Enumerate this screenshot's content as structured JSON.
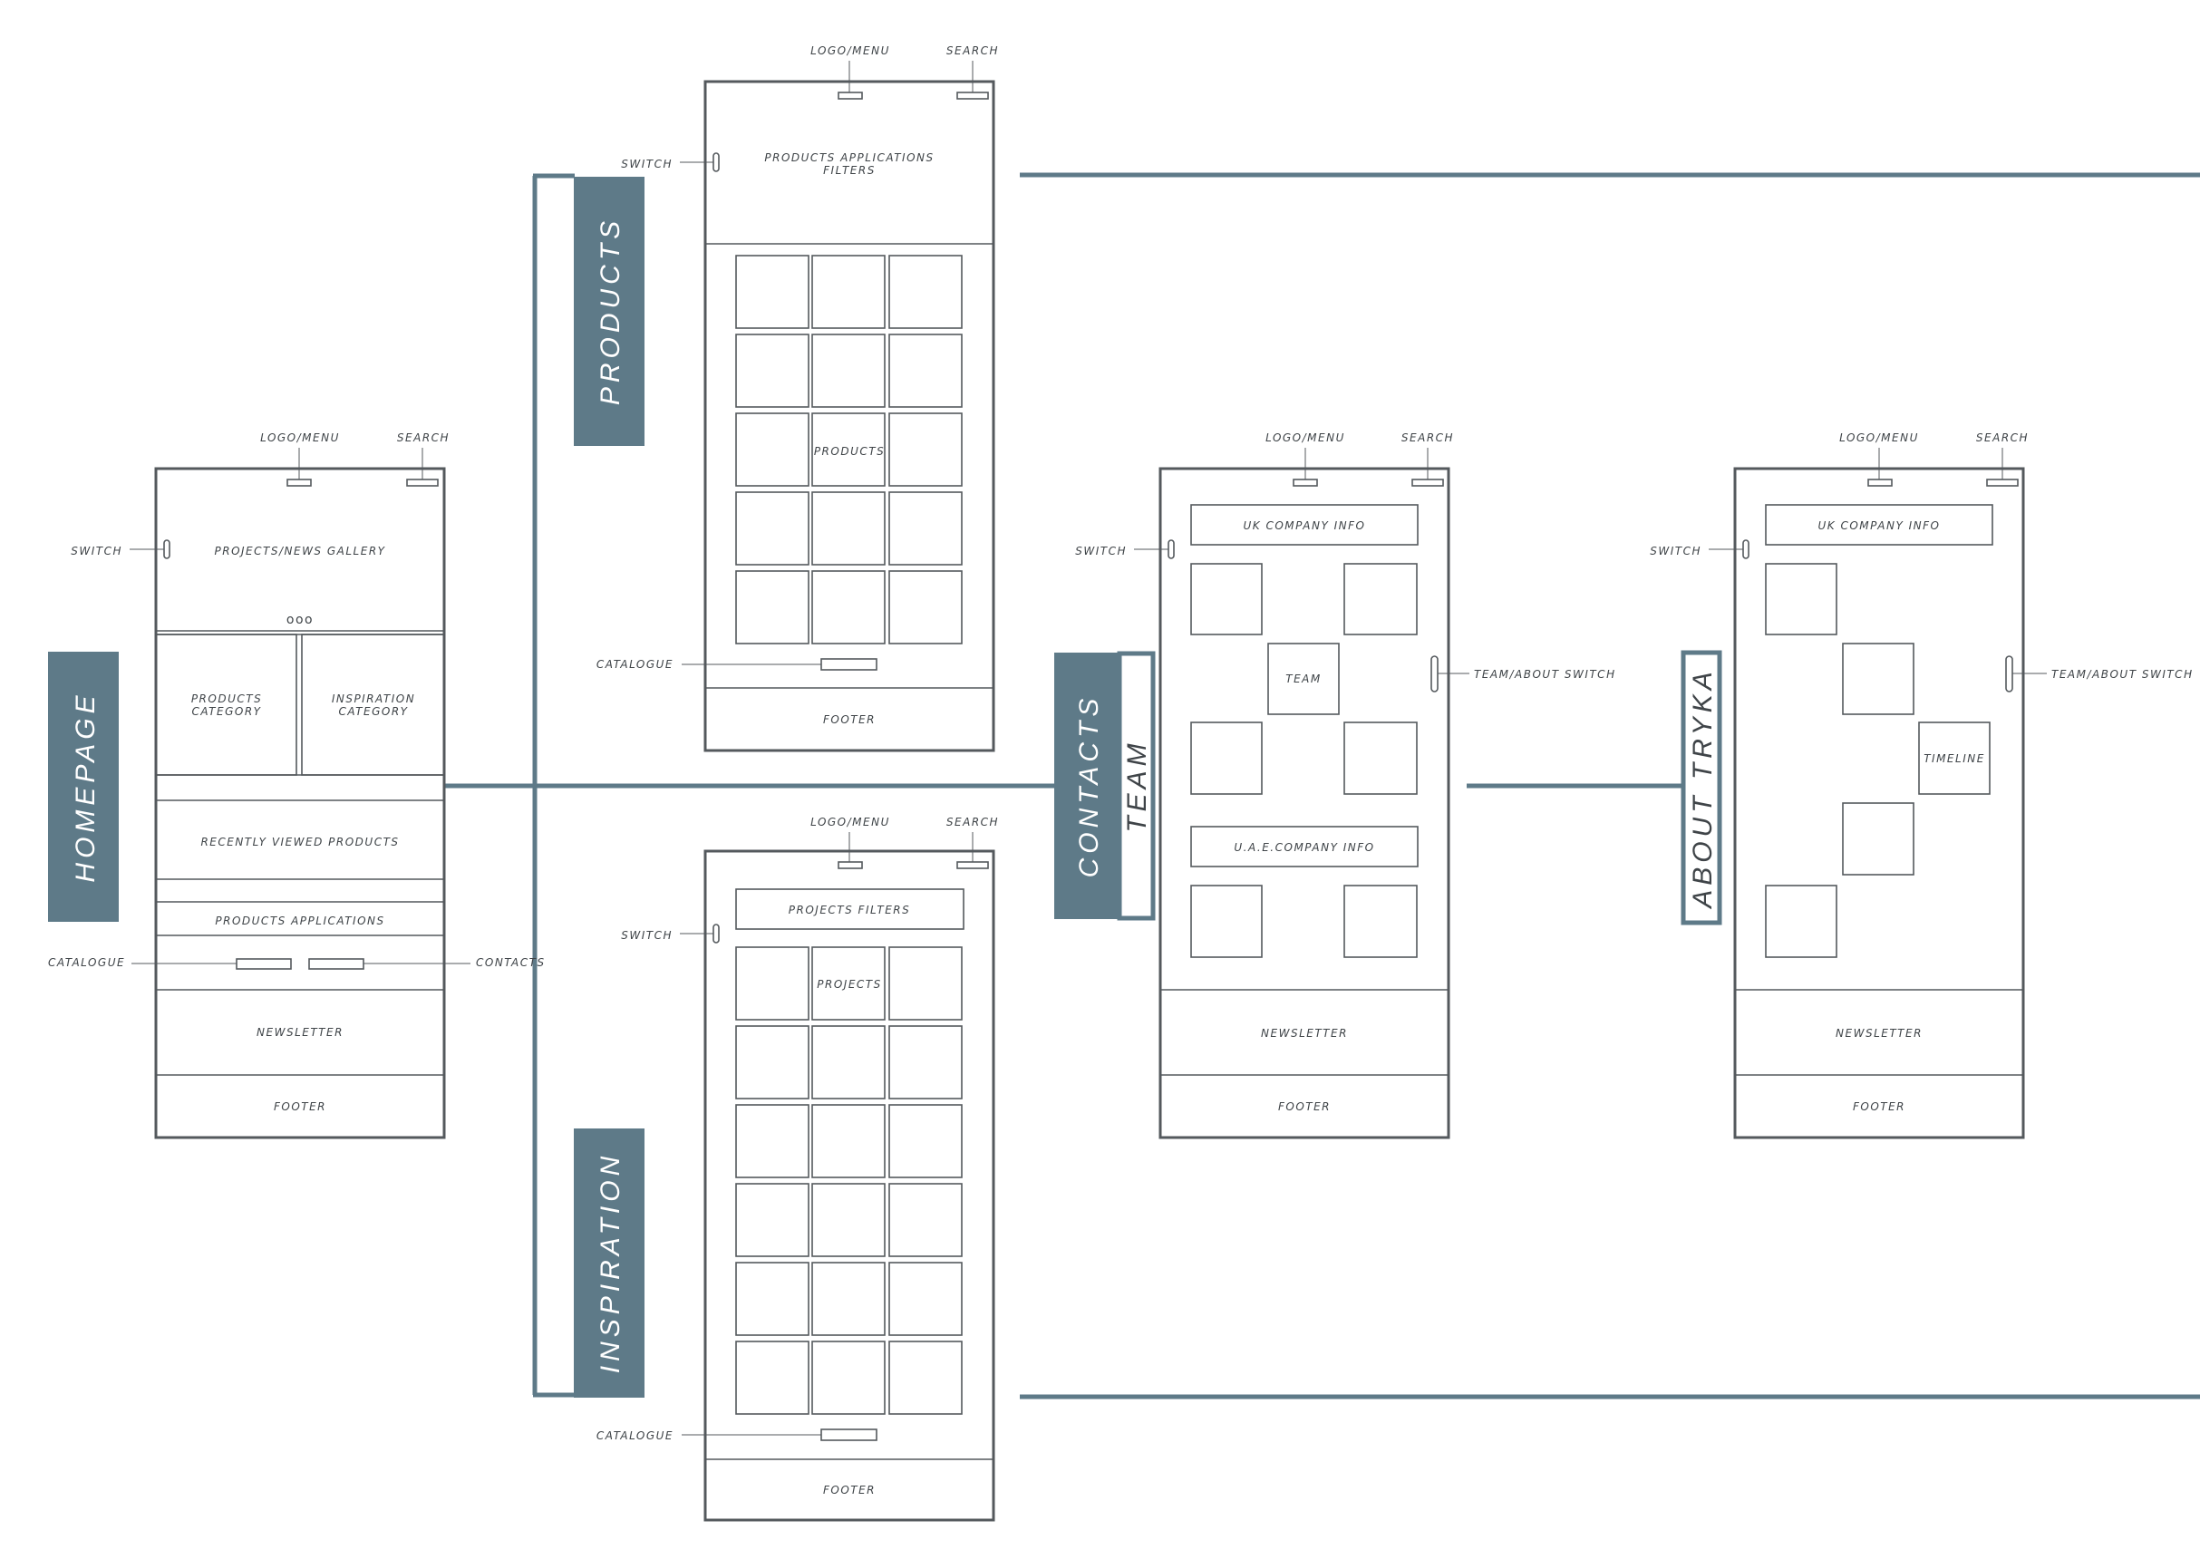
{
  "sections": {
    "homepage": "HOMEPAGE",
    "products": "PRODUCTS",
    "inspiration": "INSPIRATION",
    "contacts": "CONTACTS",
    "team": "TEAM",
    "about": "ABOUT TRYKA"
  },
  "labels": {
    "logo_menu": "LOGO/MENU",
    "search": "SEARCH",
    "switch": "SWITCH",
    "catalogue": "CATALOGUE",
    "contacts": "CONTACTS",
    "footer": "FOOTER",
    "newsletter": "NEWSLETTER",
    "team_about_switch": "TEAM/ABOUT SWITCH"
  },
  "homepage": {
    "gallery": "PROJECTS/NEWS GALLERY",
    "dots": "ooo",
    "products_category": [
      "PRODUCTS",
      "CATEGORY"
    ],
    "inspiration_category": [
      "INSPIRATION",
      "CATEGORY"
    ],
    "recently_viewed": "RECENTLY VIEWED PRODUCTS",
    "products_applications": "PRODUCTS APPLICATIONS"
  },
  "products_page": {
    "filters": [
      "PRODUCTS APPLICATIONS",
      "FILTERS"
    ],
    "grid_label": "PRODUCTS"
  },
  "inspiration_page": {
    "filters": "PROJECTS FILTERS",
    "grid_label": "PROJECTS"
  },
  "contacts_page": {
    "uk_info": "UK COMPANY INFO",
    "team_label": "TEAM",
    "uae_info": "U.A.E.COMPANY INFO"
  },
  "about_page": {
    "uk_info": "UK COMPANY INFO",
    "timeline_label": "TIMELINE"
  },
  "colors": {
    "accent": "#5e7a88",
    "frame": "#54595d",
    "text": "#3f4448",
    "background": "#ffffff"
  }
}
